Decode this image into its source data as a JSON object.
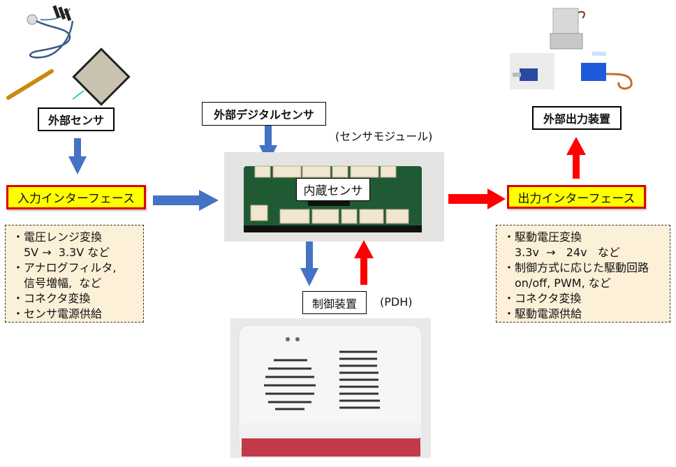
{
  "colors": {
    "input_arrow": "#4472c4",
    "output_arrow": "#ff0000",
    "interface_fill": "#ffff00",
    "interface_border": "#e00000",
    "note_fill": "#fdf0d8"
  },
  "external_sensor": {
    "label": "外部センサ",
    "photo": "sensor-photos"
  },
  "external_digital_sensor": {
    "label": "外部デジタルセンサ"
  },
  "sensor_module": {
    "caption": "(センサモジュール)",
    "internal_label": "内蔵センサ",
    "photo": "sensor-board-photo"
  },
  "input_interface": {
    "label": "入力インターフェース",
    "notes": [
      "・電圧レンジ変換",
      "　5V →  3.3V など",
      "・アナログフィルタ,",
      "　信号増幅,  など",
      "・コネクタ変換",
      "・センサ電源供給"
    ]
  },
  "output_interface": {
    "label": "出力インターフェース",
    "notes": [
      "・駆動電圧変換",
      "　3.3v  →   24v   など",
      "・制御方式に応じた駆動回路",
      "　on/off, PWM, など",
      "・コネクタ変換",
      "・駆動電源供給"
    ]
  },
  "external_output": {
    "label": "外部出力装置",
    "photo": "actuator-photos"
  },
  "controller": {
    "label": "制御装置",
    "caption": "(PDH)",
    "photo": "controller-case-photo"
  }
}
